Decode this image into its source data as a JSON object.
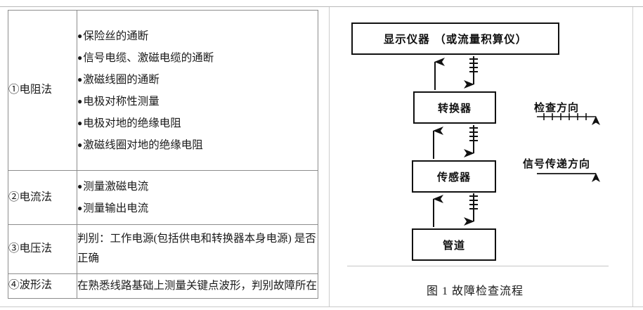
{
  "table": {
    "rows": [
      {
        "name": "①电阻法",
        "type": "bullets",
        "items": [
          "保险丝的通断",
          "信号电缆、激磁电缆的通断",
          "激磁线圈的通断",
          "电极对称性测量",
          "电极对地的绝缘电阻",
          "激磁线圈对地的绝缘电阻"
        ]
      },
      {
        "name": "②电流法",
        "type": "bullets",
        "items": [
          "测量激磁电流",
          "测量输出电流"
        ]
      },
      {
        "name": "③电压法",
        "type": "paragraph",
        "text": "判别：工作电源(包括供电和转换器本身电源) 是否正确"
      },
      {
        "name": "④波形法",
        "type": "paragraph",
        "text": "在熟悉线路基础上测量关键点波形，判别故障所在"
      }
    ],
    "bullet_glyph": "●"
  },
  "figure": {
    "caption": "图 1  故障检查流程",
    "nodes": [
      {
        "id": "display",
        "label": "显示仪器 （或流量积算仪）"
      },
      {
        "id": "converter",
        "label": "转换器"
      },
      {
        "id": "sensor",
        "label": "传感器"
      },
      {
        "id": "pipe",
        "label": "管道"
      }
    ],
    "legend": [
      {
        "id": "check-direction",
        "label": "检查方向",
        "style": "hatched-arrow"
      },
      {
        "id": "signal-direction",
        "label": "信号传递方向",
        "style": "plain-arrow"
      }
    ],
    "colors": {
      "stroke": "#111111",
      "box_fill": "#ffffff",
      "rule": "#c6c6c6"
    }
  }
}
